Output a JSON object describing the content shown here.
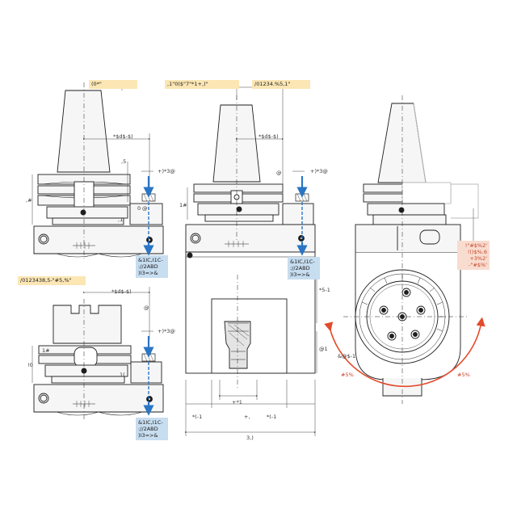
{
  "top_labels": [
    "(0*\"",
    ",1\"0($\"7\"*1+,)\"",
    "/01234.%5,1\""
  ],
  "bottom_left_label": "/0123438,5-\"#5,%\"",
  "blue_labels": [
    "&1IC,I1C-\n://2ABD\n)I3=>&",
    "&1IC,I1C-\n://2ABD\n)I3=>&",
    "&1IC,I1C-\n://2ABD\n)I3=>&"
  ],
  "red_label": "!\"#$%2'\n!()$%.6\n+3%2'\n-\"#$%'",
  "dimensions": {
    "d_top_left": "*$d$-$)",
    "d_top_mid": "*$d$-$)",
    "d_bottom_left": "*$d$-$)",
    "d_plus1": "+)*3@",
    "d_plus2": "+)*3@",
    "d_plus3": "+)*3@",
    "d_0": ",5",
    "d_a": ",#",
    "d_b": "@",
    "d_c": "1#",
    "d_d": "@",
    "d_e": "@",
    "d_f": "*5-1",
    "d_g": "@1",
    "d_h": "*(-1",
    "d_i": "*(-1",
    "d_j": "+,",
    "d_k": "+*1",
    "d_l": "3,)",
    "d_m": "&@$-1",
    "d_n": "#5%",
    "d_o": "#5%",
    "d_p": "!0",
    "d_q": "1(",
    "d_r": "1#",
    "d_s": "0",
    "d_t": ",1"
  },
  "colors": {
    "outline": "#1e1e1e",
    "body_fill": "#f6f6f6",
    "blue_arrow": "#2a75c4",
    "red_arc": "#e24b2b",
    "label_blue": "#c7ddf0",
    "label_yellow": "#fbe6b4"
  }
}
